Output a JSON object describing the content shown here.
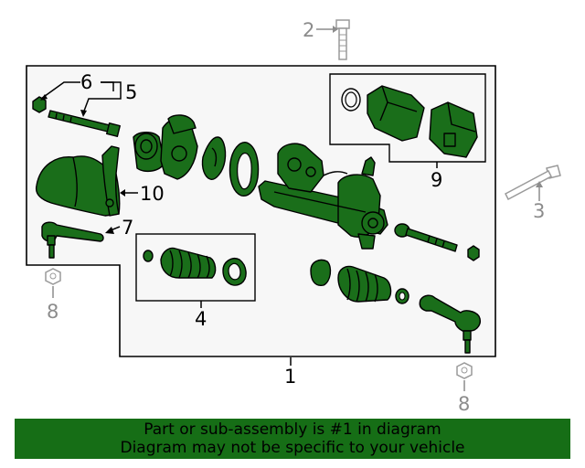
{
  "callouts": {
    "c1": "1",
    "c2": "2",
    "c3": "3",
    "c4": "4",
    "c5": "5",
    "c6": "6",
    "c7": "7",
    "c8a": "8",
    "c8b": "8",
    "c9": "9",
    "c10": "10"
  },
  "banner": {
    "line1": "Part or sub-assembly is #1 in diagram",
    "line2": "Diagram may not be specific to your vehicle"
  },
  "colors": {
    "part_fill": "#1a6e1a",
    "banner_bg": "#166e16",
    "outline": "#000000",
    "hardware_outline": "#9a9a9a",
    "panel_bg": "#f7f7f7"
  }
}
